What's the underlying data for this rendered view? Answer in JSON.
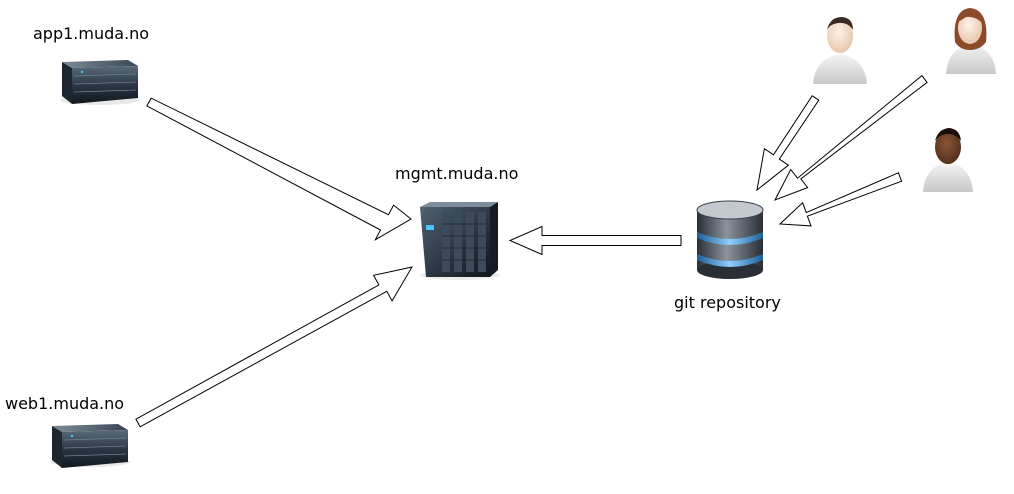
{
  "nodes": {
    "app1": {
      "label": "app1.muda.no",
      "icon": "rack-server-icon"
    },
    "web1": {
      "label": "web1.muda.no",
      "icon": "rack-server-icon"
    },
    "mgmt": {
      "label": "mgmt.muda.no",
      "icon": "tower-server-icon"
    },
    "git": {
      "label": "git repository",
      "icon": "database-icon"
    },
    "users": [
      {
        "icon": "user-male-icon"
      },
      {
        "icon": "user-female-icon"
      },
      {
        "icon": "user-male-dark-icon"
      }
    ]
  },
  "edges": [
    {
      "from": "app1",
      "to": "mgmt"
    },
    {
      "from": "web1",
      "to": "mgmt"
    },
    {
      "from": "git",
      "to": "mgmt"
    },
    {
      "from": "user1",
      "to": "git"
    },
    {
      "from": "user2",
      "to": "git"
    },
    {
      "from": "user3",
      "to": "git"
    }
  ],
  "colors": {
    "arrow_stroke": "#000000",
    "arrow_fill": "#ffffff",
    "db_stripe": "#4a9fdc"
  }
}
